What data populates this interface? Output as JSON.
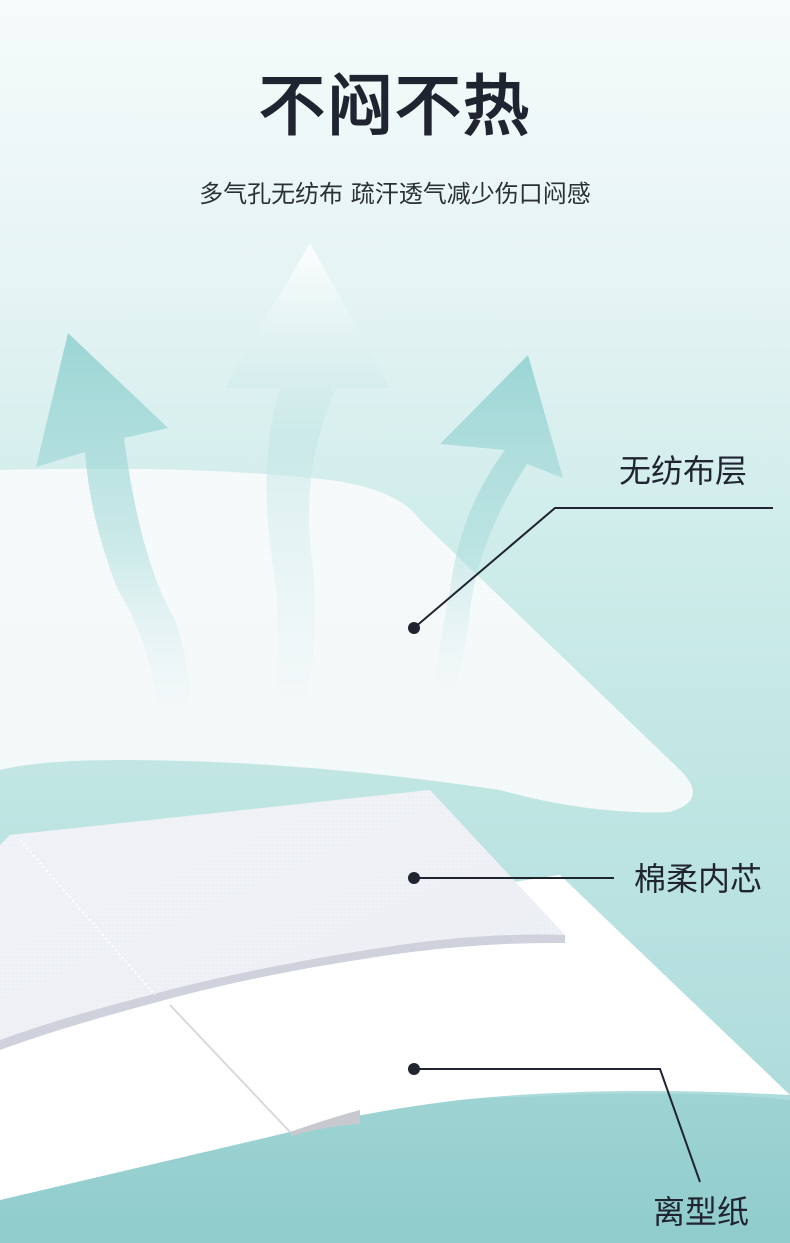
{
  "title": "不闷不热",
  "subtitle": "多气孔无纺布 疏汗透气减少伤口闷感",
  "layers": [
    {
      "label": "无纺布层"
    },
    {
      "label": "棉柔内芯"
    },
    {
      "label": "离型纸"
    }
  ],
  "colors": {
    "background_top": "#f6fbfb",
    "background_bottom": "#a6d8d8",
    "arrow": "#8ccdcc",
    "text": "#1f2430",
    "callout_line": "#1f2430"
  },
  "icons": [
    "airflow-arrow-icon",
    "airflow-arrow-icon",
    "airflow-arrow-icon"
  ]
}
